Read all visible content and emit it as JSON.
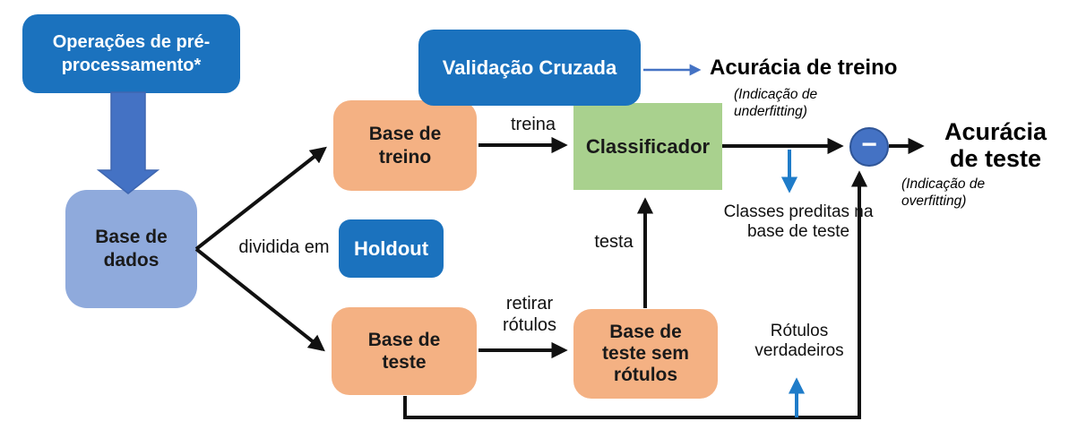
{
  "diagram": {
    "colors": {
      "primary_blue": "#1B72BE",
      "accent_blue": "#4472C4",
      "accent_blue_dark": "#2F5597",
      "light_blue": "#8FAADC",
      "orange": "#F4B183",
      "green": "#A9D18E",
      "arrow_blue": "#1F7CC9",
      "ink": "#111111"
    },
    "nodes": {
      "preprocessing": "Operações de pré-processamento*",
      "database": "Base de dados",
      "cross_validation": "Validação Cruzada",
      "holdout": "Holdout",
      "train_set": "Base de treino",
      "classifier": "Classificador",
      "test_set": "Base de teste",
      "test_set_unlabeled": "Base de teste sem rótulos",
      "minus_symbol": "−"
    },
    "edge_labels": {
      "divided_in": "dividida em",
      "trains": "treina",
      "tests": "testa",
      "remove_labels": "retirar rótulos",
      "predicted_classes": "Classes preditas na base de teste",
      "true_labels": "Rótulos verdadeiros"
    },
    "outputs": {
      "train_accuracy": "Acurácia de treino",
      "train_note": "(Indicação de underfitting)",
      "test_accuracy": "Acurácia de teste",
      "test_note": "(Indicação de overfitting)"
    }
  }
}
